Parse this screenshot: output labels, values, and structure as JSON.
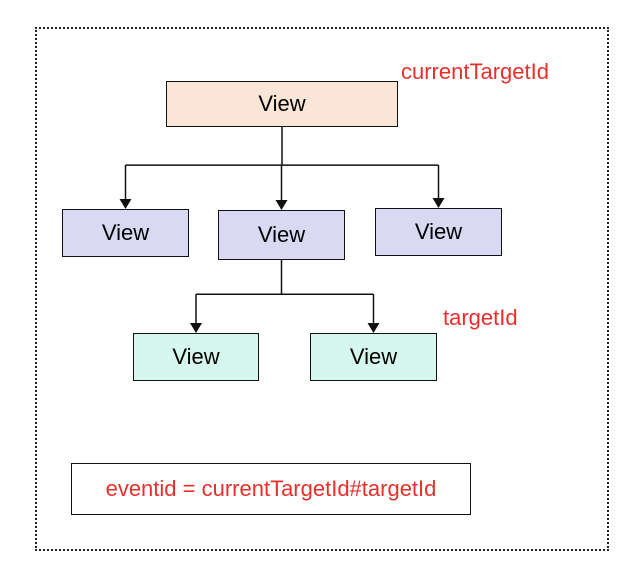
{
  "diagram": {
    "nodes": [
      {
        "id": "root",
        "label": "View",
        "fill": "#FBE5D6"
      },
      {
        "id": "mid-left",
        "label": "View",
        "fill": "#D9D9F3"
      },
      {
        "id": "mid-center",
        "label": "View",
        "fill": "#D9D9F3"
      },
      {
        "id": "mid-right",
        "label": "View",
        "fill": "#D9D9F3"
      },
      {
        "id": "leaf-left",
        "label": "View",
        "fill": "#D5F7EE"
      },
      {
        "id": "leaf-right",
        "label": "View",
        "fill": "#D5F7EE"
      }
    ],
    "edges": [
      {
        "from": "root",
        "to": "mid-left"
      },
      {
        "from": "root",
        "to": "mid-center"
      },
      {
        "from": "root",
        "to": "mid-right"
      },
      {
        "from": "mid-center",
        "to": "leaf-left"
      },
      {
        "from": "mid-center",
        "to": "leaf-right"
      }
    ],
    "annotations": {
      "current_target": "currentTargetId",
      "target": "targetId"
    },
    "formula": "eventid = currentTargetId#targetId",
    "colors": {
      "annotation_text": "#E8302A",
      "stroke": "#111111"
    }
  }
}
